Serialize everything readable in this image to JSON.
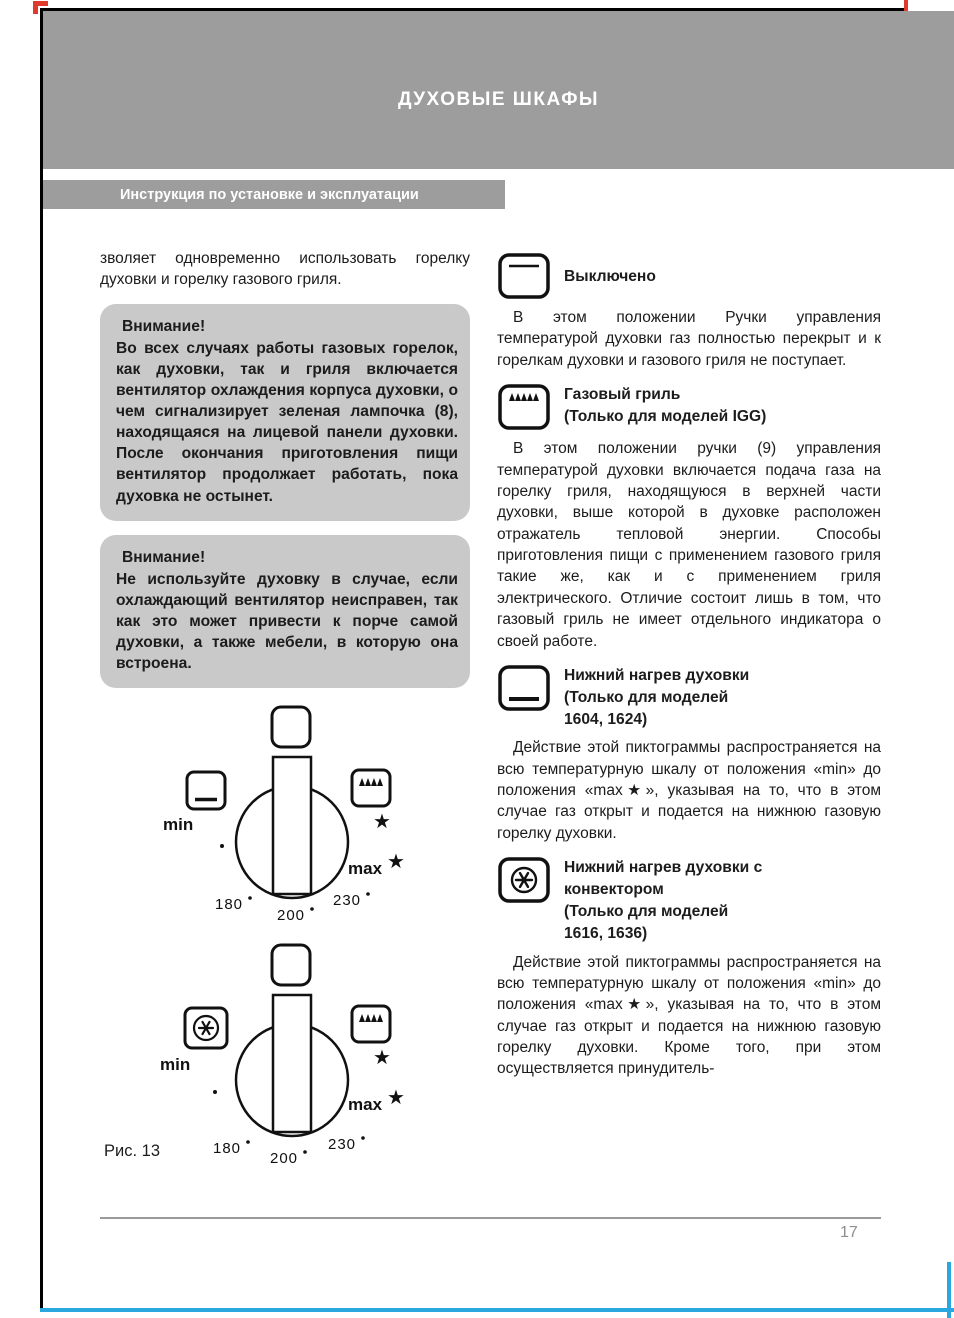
{
  "header": {
    "title": "ДУХОВЫЕ ШКАФЫ",
    "subtitle": "Инструкция по установке и эксплуатации"
  },
  "left_column": {
    "intro": "зволяет одновременно использовать горелку духовки и горелку газового гриля.",
    "warnings": [
      {
        "title": "Внимание!",
        "body": "Во всех случаях работы газовых горелок, как духовки, так и гриля включается вентилятор охлаждения корпуса духовки, о чем сигнализирует зеленая лампочка (8), находящаяся на лицевой панели духовки. После окончания приготовления пищи вентилятор продолжает работать, пока духовка не остынет."
      },
      {
        "title": "Внимание!",
        "body": "Не используйте духовку в случае, если охлаждающий вентилятор неисправен, так как это может привести к порче самой духовки, а также мебели, в которую она встроена."
      }
    ],
    "figure": {
      "caption": "Рис. 13",
      "min_label": "min",
      "max_label": "max",
      "star": "★",
      "temps": [
        "180",
        "200",
        "230"
      ]
    }
  },
  "right_column": {
    "sections": [
      {
        "icon": "oven-off-icon",
        "title": "Выключено",
        "body": "В этом положении Ручки управления температурой духовки газ полностью перекрыт и к горелкам духовки и газового гриля не поступает."
      },
      {
        "icon": "oven-gas-grill-icon",
        "title": "Газовый гриль\n(Только для моделей IGG)",
        "body": "В этом положении ручки (9) управления температурой духовки включается подача газа на горелку гриля, находящуюся в верхней части духовки, выше которой в духовке расположен отражатель тепловой энергии. Способы приготовления пищи с применением газового гриля такие же, как и с применением гриля электрического. Отличие состоит лишь в том, что газовый гриль не имеет отдельного индикатора о своей работе."
      },
      {
        "icon": "oven-bottom-heat-icon",
        "title": "Нижний нагрев духовки\n(Только для моделей\n1604, 1624)",
        "body": "Действие этой пиктограммы распространяется на всю температурную шкалу от положения «min» до положения «max★», указывая на то, что в этом случае газ открыт и подается на нижнюю газовую горелку духовки."
      },
      {
        "icon": "oven-bottom-heat-convection-icon",
        "title": "Нижний нагрев духовки с\nконвектором\n(Только для моделей\n1616, 1636)",
        "body": "Действие этой пиктограммы распространяется на всю температурную шкалу от положения «min» до положения «max★», указывая на то, что в этом случае газ открыт и подается на нижнюю газовую горелку духовки. Кроме того, при этом осуществляется принудитель-"
      }
    ]
  },
  "footer": {
    "page_number": "17"
  },
  "colors": {
    "band_gray": "#9d9d9d",
    "box_gray": "#c9c9c9",
    "accent_red": "#e03a2c",
    "accent_blue": "#2aa7de"
  }
}
